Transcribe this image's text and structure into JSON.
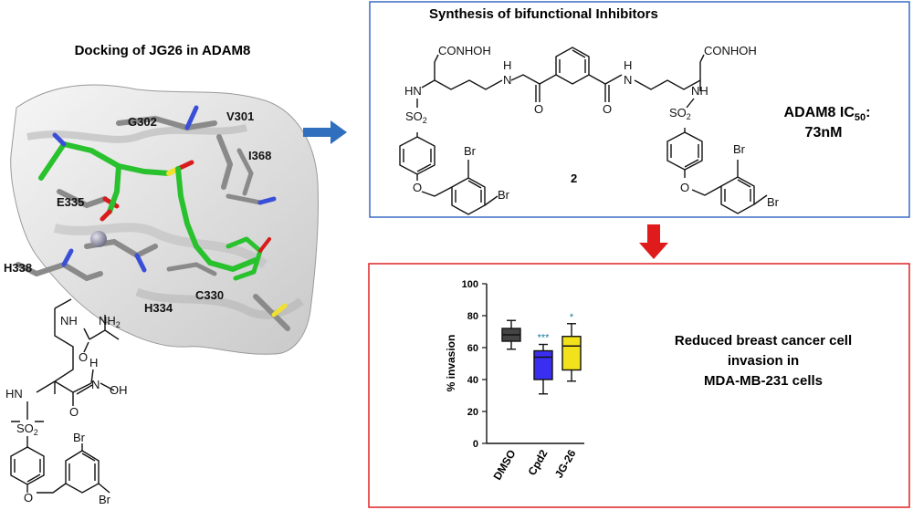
{
  "left": {
    "title": "Docking of JG26 in ADAM8",
    "residues": [
      "G302",
      "V301",
      "I368",
      "E335",
      "H338",
      "H334",
      "C330"
    ],
    "ligand_labels": {
      "amine": "NH",
      "nh2": "NH",
      "nh2_sub": "2",
      "carbonyl_o": "O",
      "hydroxamate_nh": "N",
      "hydroxamate_h": "H",
      "oh": "OH",
      "hn": "HN",
      "so2": "SO",
      "so2_sub": "2",
      "ether_o": "O",
      "br1": "Br",
      "br2": "Br",
      "o2": "O"
    }
  },
  "synthesis": {
    "title": "Synthesis of bifunctional Inhibitors",
    "compound_number": "2",
    "conhoh_left": "CONHOH",
    "conhoh_right": "CONHOH",
    "hn": "HN",
    "nh_right": "NH",
    "n_left": "N",
    "n_right": "N",
    "h_left": "H",
    "h_right": "H",
    "o1": "O",
    "o2": "O",
    "so2_left": "SO",
    "so2_right": "SO",
    "sub2": "2",
    "o_left": "O",
    "o_right": "O",
    "br_left_top": "Br",
    "br_left_bottom": "Br",
    "br_right_top": "Br",
    "br_right_bottom": "Br"
  },
  "ic50": {
    "line1_prefix": "ADAM8 IC",
    "line1_sub": "50",
    "line1_suffix": ":",
    "line2": "73nM"
  },
  "result": {
    "text_line1": "Reduced breast cancer cell",
    "text_line2": "invasion in",
    "text_line3": "MDA-MB-231 cells"
  },
  "colors": {
    "synthesis_border": "#3a6cc4",
    "result_border": "#e02424",
    "blue_arrow": "#2f6fbe",
    "red_arrow": "#e01b1b",
    "dmso": "#444444",
    "cpd2": "#3a2ff0",
    "jg26": "#f2e21b"
  },
  "chart_data": {
    "type": "box",
    "ylabel": "% invasion",
    "ylim": [
      0,
      100
    ],
    "yticks": [
      "0",
      "20",
      "40",
      "60",
      "80",
      "100"
    ],
    "categories": [
      "DMSO",
      "Cpd2",
      "JG-26"
    ],
    "boxes": [
      {
        "name": "DMSO",
        "min": 59,
        "q1": 64,
        "median": 68,
        "q3": 72,
        "max": 77,
        "significance": ""
      },
      {
        "name": "Cpd2",
        "min": 31,
        "q1": 40,
        "median": 54,
        "q3": 58,
        "max": 62,
        "significance": "***"
      },
      {
        "name": "JG-26",
        "min": 39,
        "q1": 46,
        "median": 61,
        "q3": 67,
        "max": 75,
        "significance": "*"
      }
    ]
  }
}
